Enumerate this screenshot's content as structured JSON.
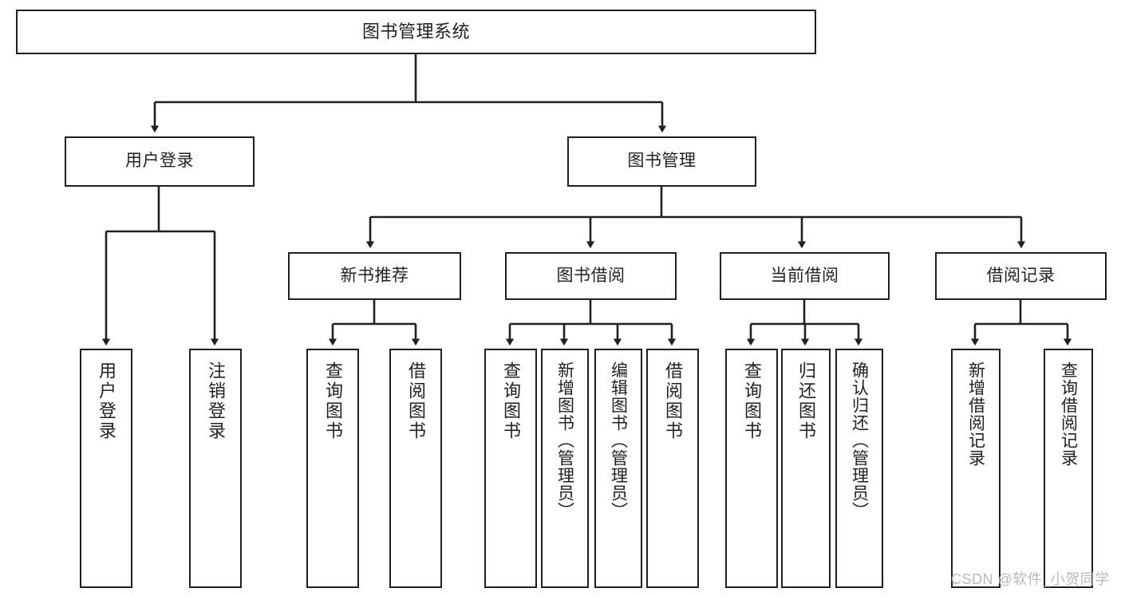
{
  "diagram": {
    "title": "图书管理系统",
    "type": "tree",
    "orientation": "top-down",
    "edge_style": "orthogonal-with-arrowheads",
    "colors": {
      "box_border": "#231f20",
      "box_fill": "#ffffff",
      "edge": "#231f20",
      "text": "#231f20",
      "background": "#ffffff",
      "watermark": "#b9b9b9"
    }
  },
  "nodes": {
    "root": {
      "label": "图书管理系统"
    },
    "level2": [
      {
        "id": "user-login",
        "label": "用户登录"
      },
      {
        "id": "book-manage",
        "label": "图书管理"
      }
    ],
    "level3": [
      {
        "id": "new-book-recommend",
        "label": "新书推荐"
      },
      {
        "id": "book-borrow",
        "label": "图书借阅"
      },
      {
        "id": "current-borrow",
        "label": "当前借阅"
      },
      {
        "id": "borrow-record",
        "label": "借阅记录"
      }
    ],
    "leaves": [
      {
        "id": "leaf-user-login",
        "label": "用户登录",
        "parent": "user-login"
      },
      {
        "id": "leaf-user-logout",
        "label": "注销登录",
        "parent": "user-login"
      },
      {
        "id": "leaf-query-book-1",
        "label": "查询图书",
        "parent": "new-book-recommend"
      },
      {
        "id": "leaf-borrow-book-1",
        "label": "借阅图书",
        "parent": "new-book-recommend"
      },
      {
        "id": "leaf-query-book-2",
        "label": "查询图书",
        "parent": "book-borrow"
      },
      {
        "id": "leaf-add-book",
        "label": "新增图书（管理员）",
        "parent": "book-borrow"
      },
      {
        "id": "leaf-edit-book",
        "label": "编辑图书（管理员）",
        "parent": "book-borrow"
      },
      {
        "id": "leaf-borrow-book-2",
        "label": "借阅图书",
        "parent": "book-borrow"
      },
      {
        "id": "leaf-query-book-3",
        "label": "查询图书",
        "parent": "current-borrow"
      },
      {
        "id": "leaf-return-book",
        "label": "归还图书",
        "parent": "current-borrow"
      },
      {
        "id": "leaf-confirm-return",
        "label": "确认归还（管理员）",
        "parent": "current-borrow"
      },
      {
        "id": "leaf-add-record",
        "label": "新增借阅记录",
        "parent": "borrow-record"
      },
      {
        "id": "leaf-query-record",
        "label": "查询借阅记录",
        "parent": "borrow-record"
      }
    ]
  },
  "watermark": {
    "text": "CSDN @软件_小贺同学"
  }
}
